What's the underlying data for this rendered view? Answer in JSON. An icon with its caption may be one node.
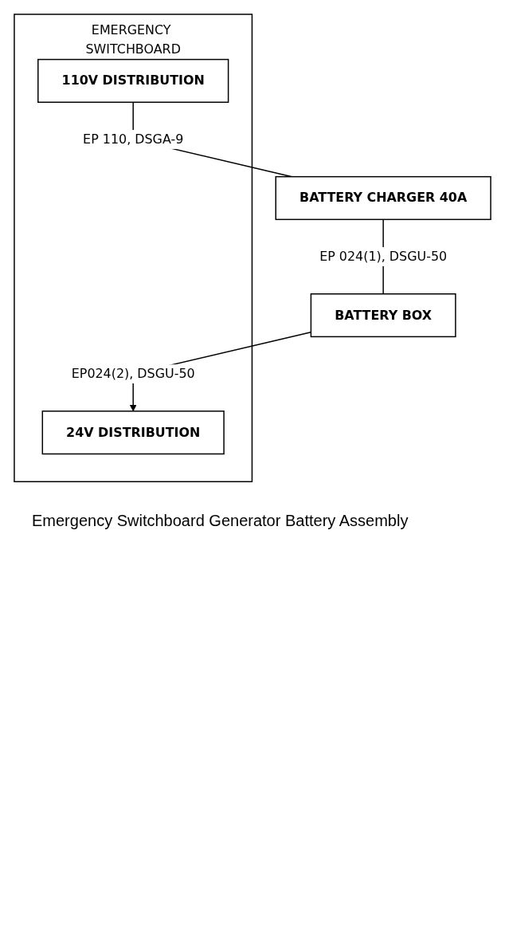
{
  "diagram": {
    "caption": "Emergency Switchboard Generator Battery Assembly",
    "nodes": [
      {
        "text": [
          "EMERGENCY SWITCHBOARD"
        ]
      },
      {
        "text": [
          "110V DISTRIBUTION"
        ],
        "in": 0
      },
      {
        "text": [
          "24V DISTRIBUTION"
        ],
        "in": 0
      },
      {
        "text": [
          "BATTERY CHARGER 40A"
        ]
      },
      {
        "text": [
          "BATTERY BOX"
        ]
      }
    ],
    "edges": [
      {
        "from": 1,
        "to": 3,
        "arrow": "none",
        "label": "EP 110, DSGA-9"
      },
      {
        "from": 3,
        "to": 4,
        "arrow": "none",
        "label": "EP 024(1), DSGU-50"
      },
      {
        "from": 4,
        "to": 2,
        "arrow": "to",
        "label": "EP024(2), DSGU-50"
      }
    ]
  }
}
